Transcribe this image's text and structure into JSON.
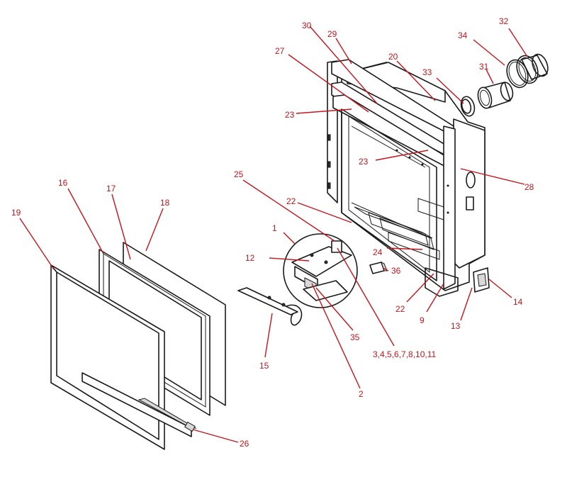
{
  "diagram": {
    "colors": {
      "line": "#1a1a1a",
      "callout": "#c8141c",
      "background": "#ffffff"
    },
    "callouts": {
      "c1": "1",
      "c2": "2",
      "c3_11": "3,4,5,6,7,8,10,11",
      "c9": "9",
      "c12": "12",
      "c13": "13",
      "c14": "14",
      "c15": "15",
      "c16": "16",
      "c17": "17",
      "c18": "18",
      "c19": "19",
      "c20": "20",
      "c22a": "22",
      "c22b": "22",
      "c23a": "23",
      "c23b": "23",
      "c24": "24",
      "c25": "25",
      "c26": "26",
      "c27": "27",
      "c28": "28",
      "c29": "29",
      "c30": "30",
      "c31": "31",
      "c32": "32",
      "c33": "33",
      "c34": "34",
      "c35": "35",
      "c36": "36"
    }
  }
}
